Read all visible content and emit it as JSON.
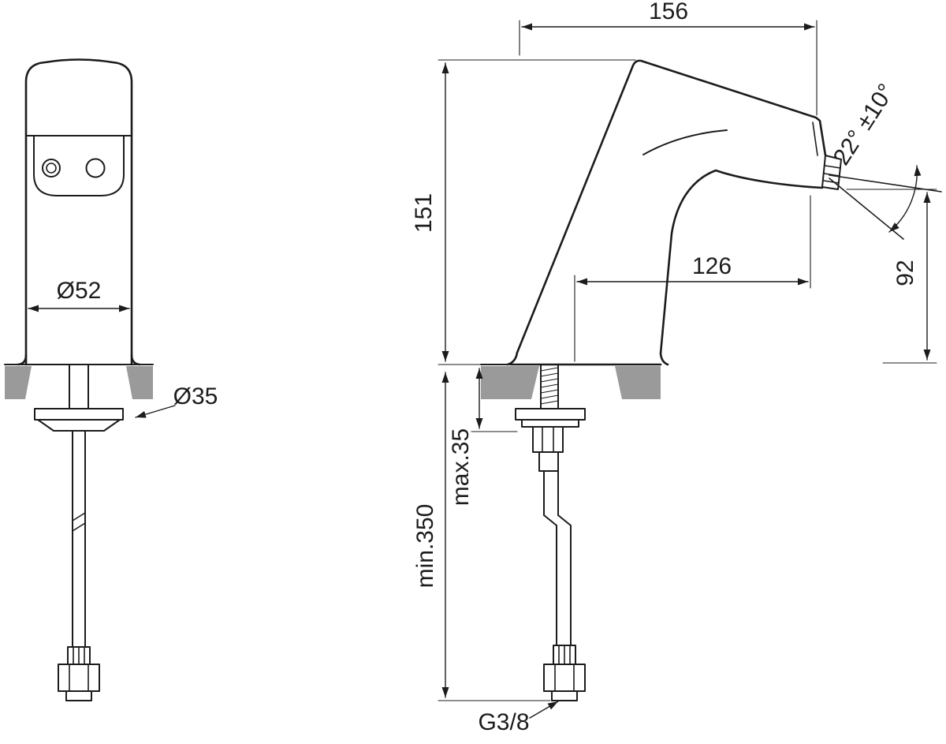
{
  "drawing": {
    "type": "technical-dimension-drawing",
    "subject": "sensor-faucet-two-views",
    "line_color": "#1c1c1c",
    "counter_color": "#9a9a9a",
    "front_view": {
      "body_diameter": "Ø52",
      "shank_diameter": "Ø35"
    },
    "side_view": {
      "overall_depth": "156",
      "body_height": "151",
      "spout_reach": "126",
      "outlet_height": "92",
      "spout_angle": "22° ±10°",
      "max_deck_thickness": "max.35",
      "min_hose_length": "min.350",
      "connection_thread": "G3/8"
    }
  }
}
